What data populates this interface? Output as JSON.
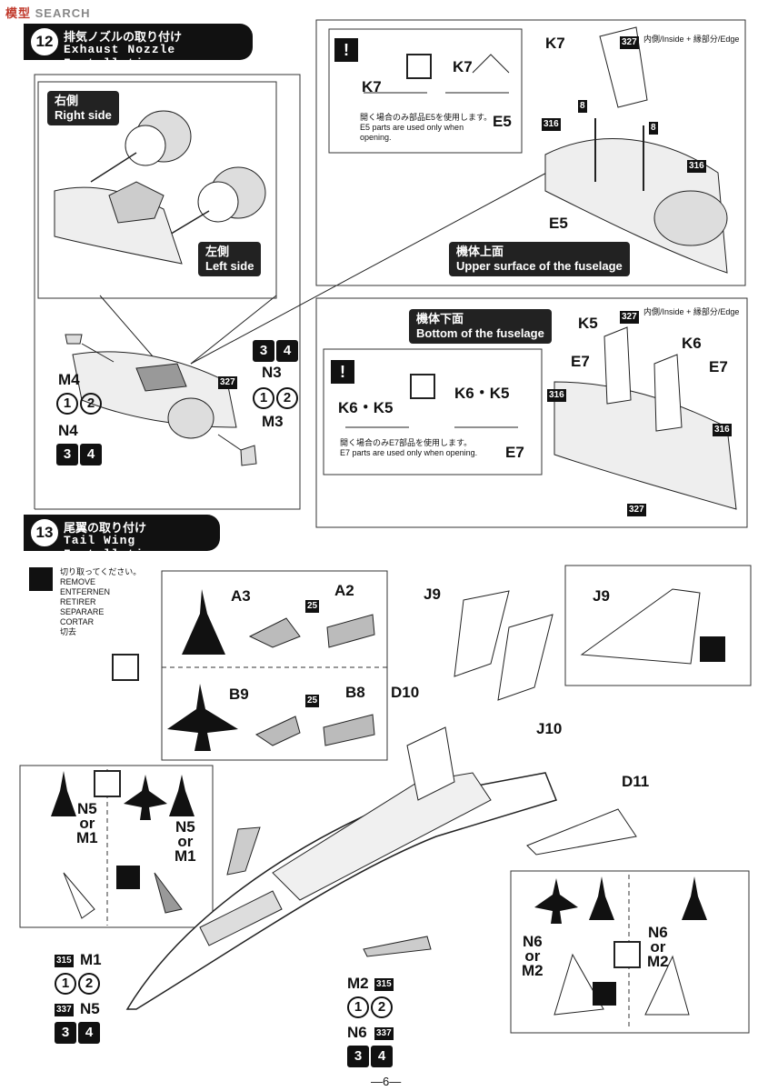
{
  "watermark": {
    "left": "模型",
    "right": "SEARCH"
  },
  "step12": {
    "number": "12",
    "title_jp": "排気ノズルの取り付け",
    "title_en": "Exhaust Nozzle Installation"
  },
  "step13": {
    "number": "13",
    "title_jp": "尾翼の取り付け",
    "title_en": "Tail Wing Installation"
  },
  "right_side": {
    "jp": "右側",
    "en": "Right side"
  },
  "left_side": {
    "jp": "左側",
    "en": "Left side"
  },
  "upper": {
    "jp": "機体上面",
    "en": "Upper surface of the fuselage"
  },
  "bottom": {
    "jp": "機体下面",
    "en": "Bottom of the fuselage"
  },
  "inside_edge": {
    "inside_jp": "内側",
    "inside_en": "Inside",
    "edge_jp": "縁部分",
    "edge_en": "Edge"
  },
  "note_e5": {
    "jp": "開く場合のみ部品E5を使用します。",
    "en": "E5 parts are used only when opening."
  },
  "note_e7": {
    "jp": "開く場合のみE7部品を使用します。",
    "en": "E7 parts are used only when opening."
  },
  "remove": [
    "切り取ってください。",
    "REMOVE",
    "ENTFERNEN",
    "RETIRER",
    "SEPARARE",
    "CORTAR",
    "切去"
  ],
  "parts": {
    "k7": "K7",
    "e5": "E5",
    "k5": "K5",
    "k6": "K6",
    "e7": "E7",
    "k6k5": "K6・K5",
    "m4": "M4",
    "n4": "N4",
    "n3": "N3",
    "m3": "M3",
    "m1": "M1",
    "n5": "N5",
    "m2": "M2",
    "n6": "N6",
    "a3": "A3",
    "a2": "A2",
    "b9": "B9",
    "b8": "B8",
    "j9": "J9",
    "j10": "J10",
    "d10": "D10",
    "d11": "D11",
    "n5_or_m1": "N5\nor\nM1",
    "n6_or_m2": "N6\nor\nM2"
  },
  "paints": {
    "p327": "327",
    "p316": "316",
    "p25": "25",
    "p8": "8",
    "p315": "315",
    "p337": "337"
  },
  "digits": {
    "d1": "1",
    "d2": "2",
    "d3": "3",
    "d4": "4"
  },
  "footer": "—6—"
}
